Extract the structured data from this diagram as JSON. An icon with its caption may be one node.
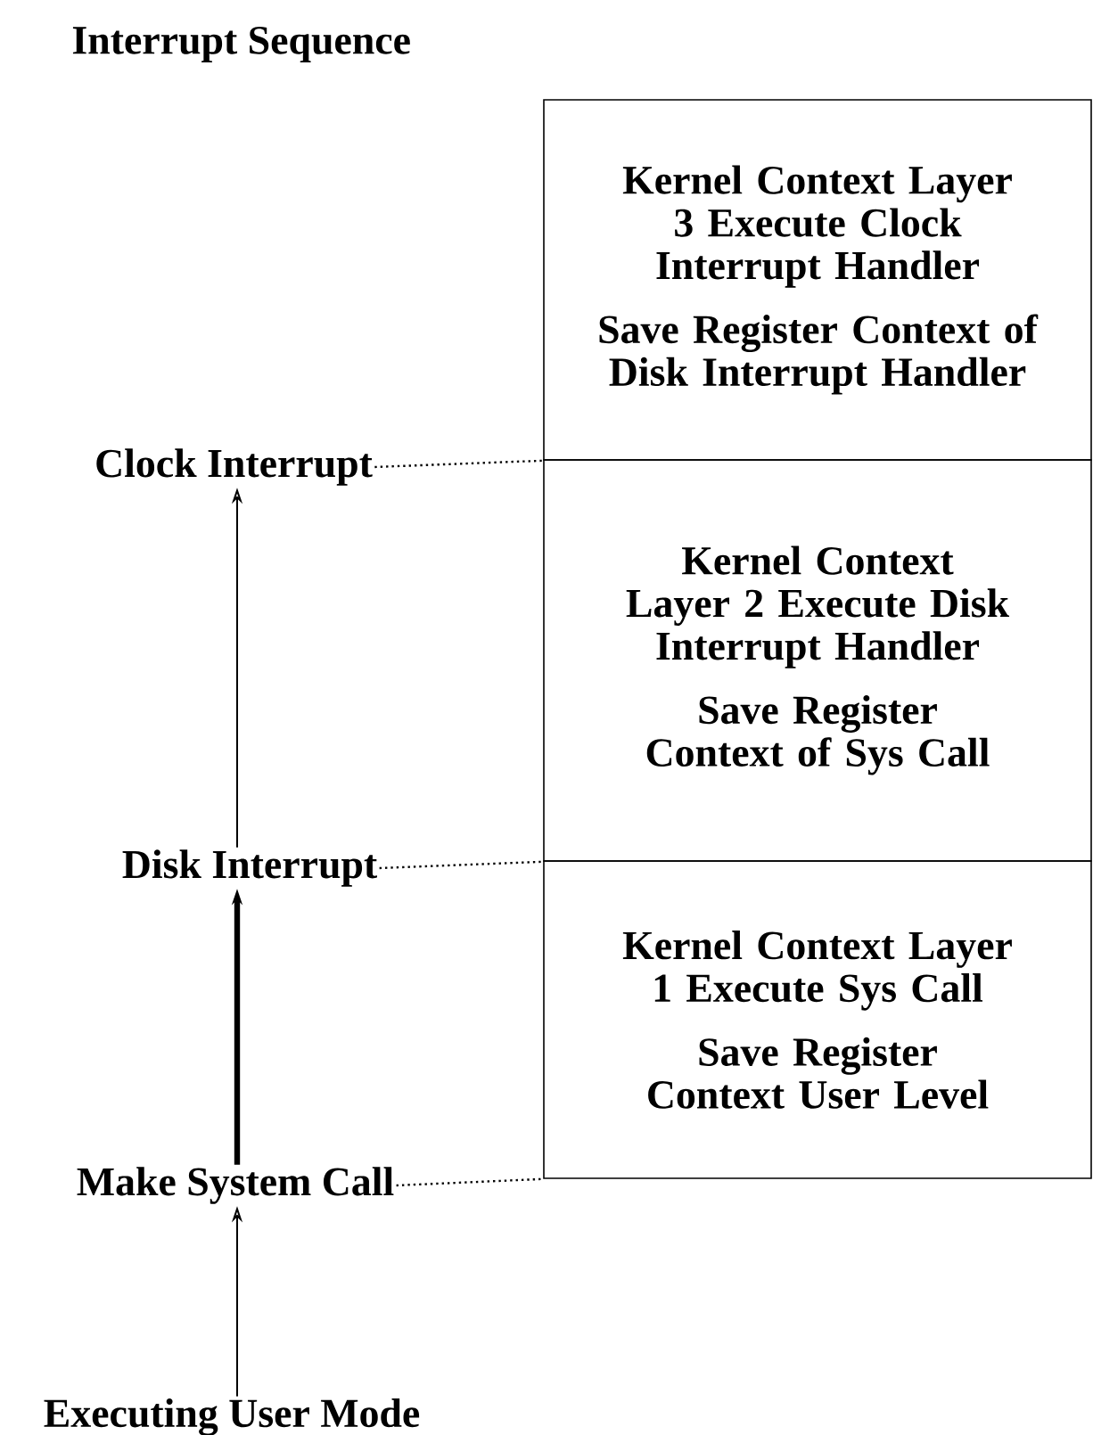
{
  "diagram": {
    "title": "Interrupt Sequence",
    "nodes": [
      {
        "text": [
          "Kernel Context Layer 3 Execute Clock Interrupt Handler",
          "Save Register Context of Disk Interrupt Handler"
        ]
      },
      {
        "text": [
          "Kernel Context Layer 2 Execute Disk Interrupt Handler",
          "Save Register Context of Sys Call"
        ]
      },
      {
        "text": [
          "Kernel Context Layer 1 Execute Sys Call",
          "Save Register Context User Level"
        ]
      },
      {
        "text": [
          "Clock Interrupt"
        ]
      },
      {
        "text": [
          "Disk Interrupt"
        ]
      },
      {
        "text": [
          "Make System Call"
        ]
      },
      {
        "text": [
          "Executing User Mode"
        ]
      }
    ],
    "edges": [
      {
        "from": 6,
        "to": 5,
        "arrow": "to"
      },
      {
        "from": 5,
        "to": 4,
        "arrow": "to",
        "style": "thick"
      },
      {
        "from": 4,
        "to": 3,
        "arrow": "to"
      },
      {
        "from": 3,
        "to": 0,
        "arrow": "none",
        "style": "dashed"
      },
      {
        "from": 4,
        "to": 1,
        "arrow": "none",
        "style": "dashed"
      },
      {
        "from": 5,
        "to": 2,
        "arrow": "none",
        "style": "dashed"
      }
    ]
  }
}
